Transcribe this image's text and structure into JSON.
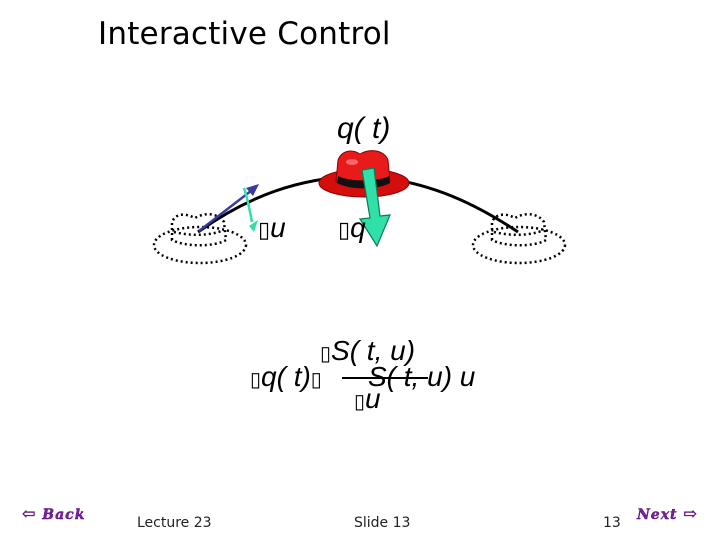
{
  "slide": {
    "title": "Interactive Control"
  },
  "diagram": {
    "q_label": {
      "text": "q( t)"
    },
    "delta_u_label": {
      "text": "u"
    },
    "delta_q_label": {
      "text": "q"
    },
    "equation": {
      "lhs": "q( t)",
      "numerator": "S( t, u)",
      "denominator": "u",
      "rhs": "S( t, u) u"
    },
    "colors": {
      "red_hat": "#e01010",
      "hat_band": "#111111",
      "green_arrow": "#2fe0a8",
      "blue_arrow": "#3a3aa0",
      "curve": "#000000"
    }
  },
  "footer": {
    "back_label": "Back",
    "lecture": "Lecture 23",
    "slide_text": "Slide 13",
    "page_number": "13",
    "next_label": "Next"
  }
}
